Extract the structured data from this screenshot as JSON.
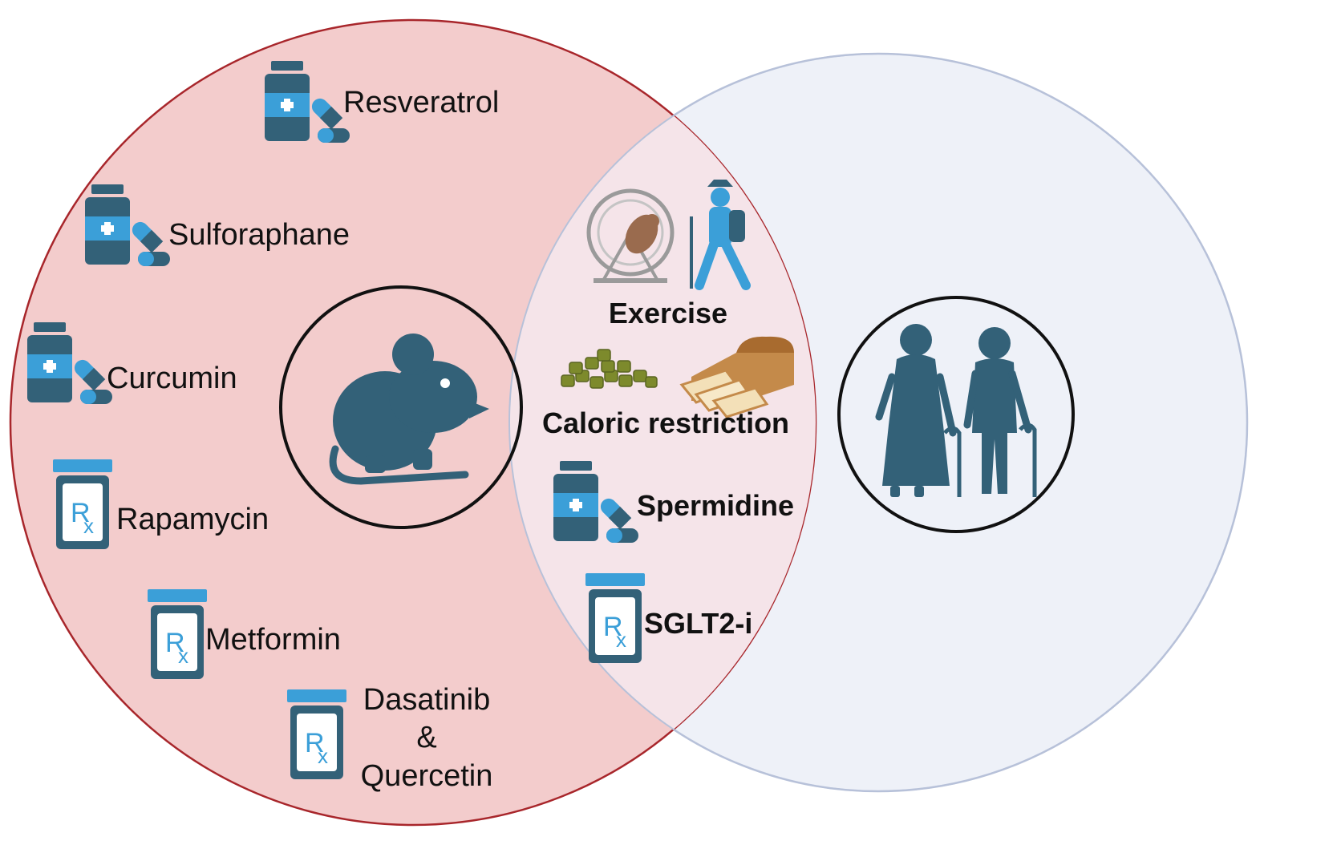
{
  "colors": {
    "mouse_circle_fill": "#f3cccc",
    "mouse_circle_stroke": "#a8262b",
    "human_circle_fill": "#eef1f8",
    "human_circle_stroke": "#b7c1d9",
    "overlap_fill": "#f5e4e9",
    "icon_dark": "#336178",
    "icon_accent": "#3b9fd8",
    "text": "#111111"
  },
  "mouse_only": [
    {
      "label": "Resveratrol",
      "icon": "pill-bottle-icon"
    },
    {
      "label": "Sulforaphane",
      "icon": "pill-bottle-icon"
    },
    {
      "label": "Curcumin",
      "icon": "pill-bottle-icon"
    },
    {
      "label": "Rapamycin",
      "icon": "prescription-bottle-icon"
    },
    {
      "label": "Metformin",
      "icon": "prescription-bottle-icon"
    },
    {
      "label_lines": [
        "Dasatinib",
        "&",
        "Quercetin"
      ],
      "icon": "prescription-bottle-icon"
    }
  ],
  "overlap": [
    {
      "label": "Exercise",
      "icons": [
        "hamster-wheel-mouse-icon",
        "hiker-icon"
      ]
    },
    {
      "label": "Caloric restriction",
      "icons": [
        "food-pellets-icon",
        "bread-loaf-icon"
      ]
    },
    {
      "label": "Spermidine",
      "icon": "pill-bottle-icon"
    },
    {
      "label": "SGLT2-i",
      "icon": "prescription-bottle-icon"
    }
  ],
  "center_icons": {
    "mouse": "mouse-icon",
    "humans": "elderly-couple-icon"
  }
}
